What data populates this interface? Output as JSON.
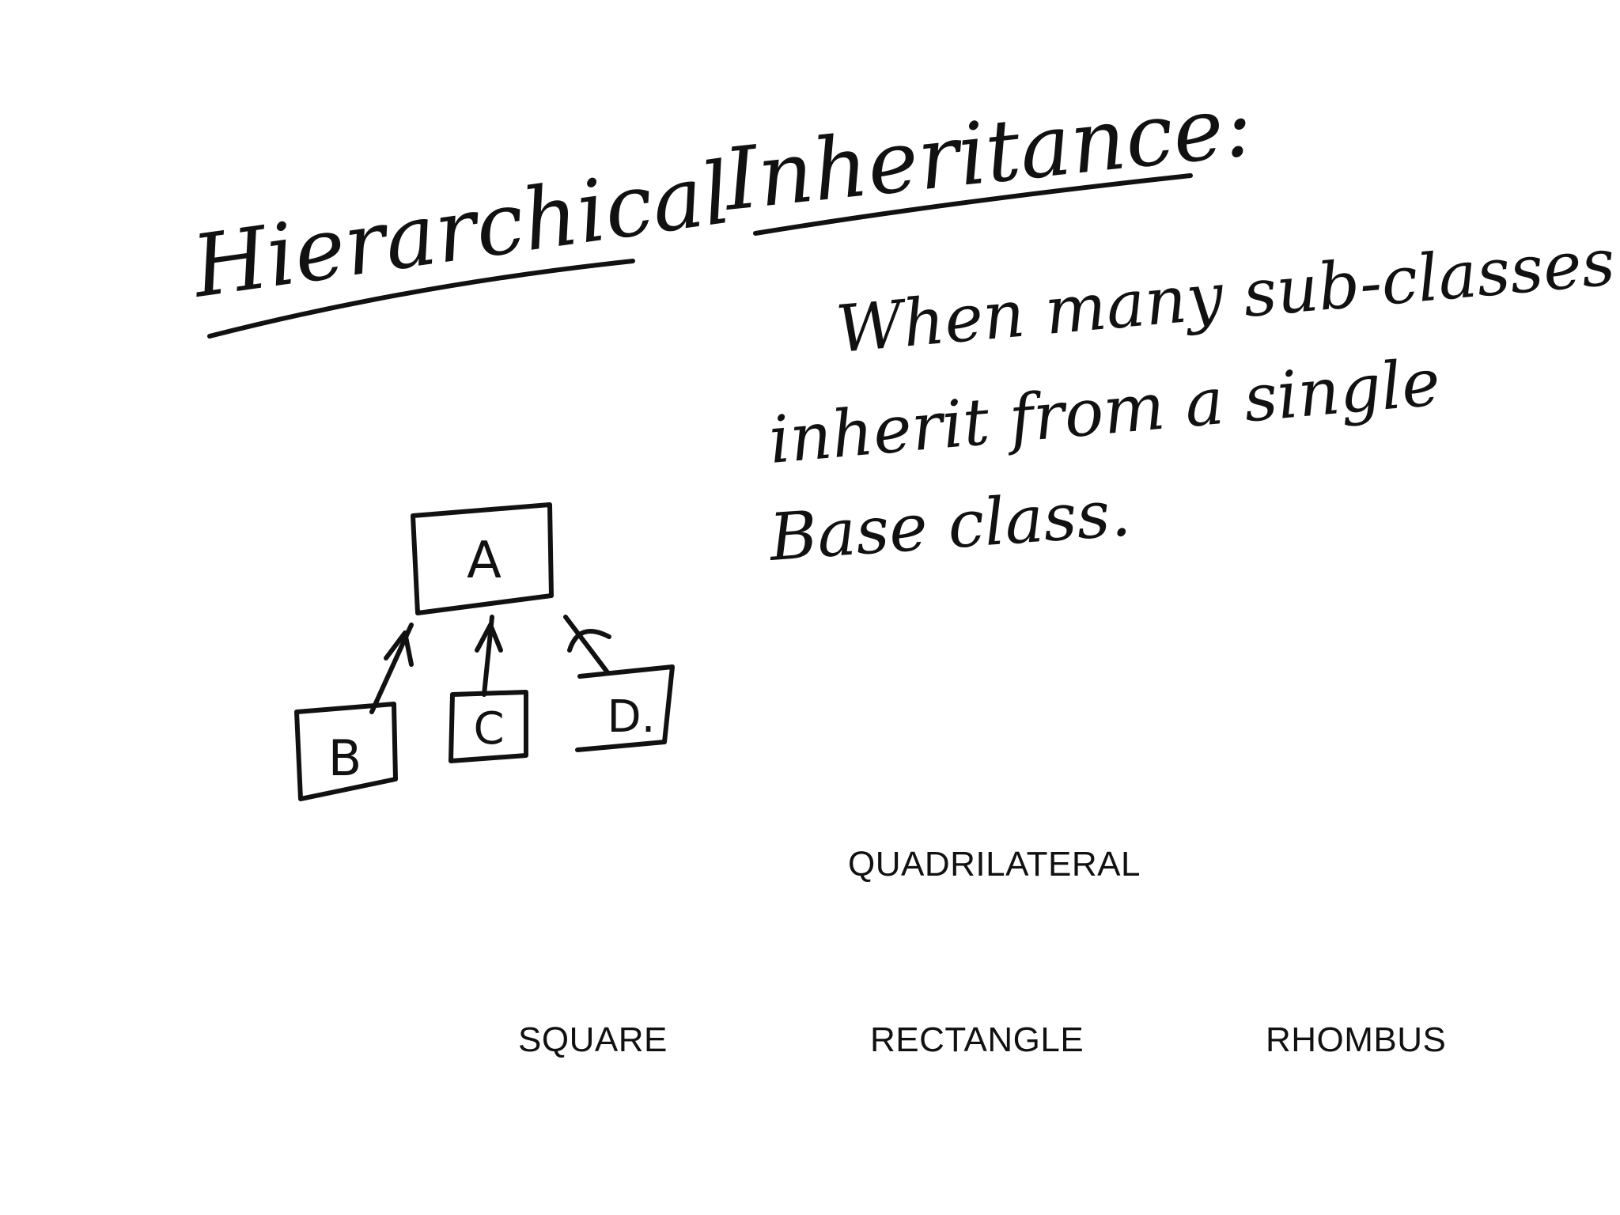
{
  "heading": {
    "word1": "Hierarchical",
    "word2": "Inheritance:"
  },
  "definition": {
    "line1": "When many sub-classes",
    "line2": "inherit from a single",
    "line3": "Base class."
  },
  "diagram": {
    "base": "A",
    "children": [
      "B",
      "C",
      "D."
    ]
  },
  "example": {
    "base": "QUADRILATERAL",
    "children": [
      "SQUARE",
      "RECTANGLE",
      "RHOMBUS"
    ]
  }
}
